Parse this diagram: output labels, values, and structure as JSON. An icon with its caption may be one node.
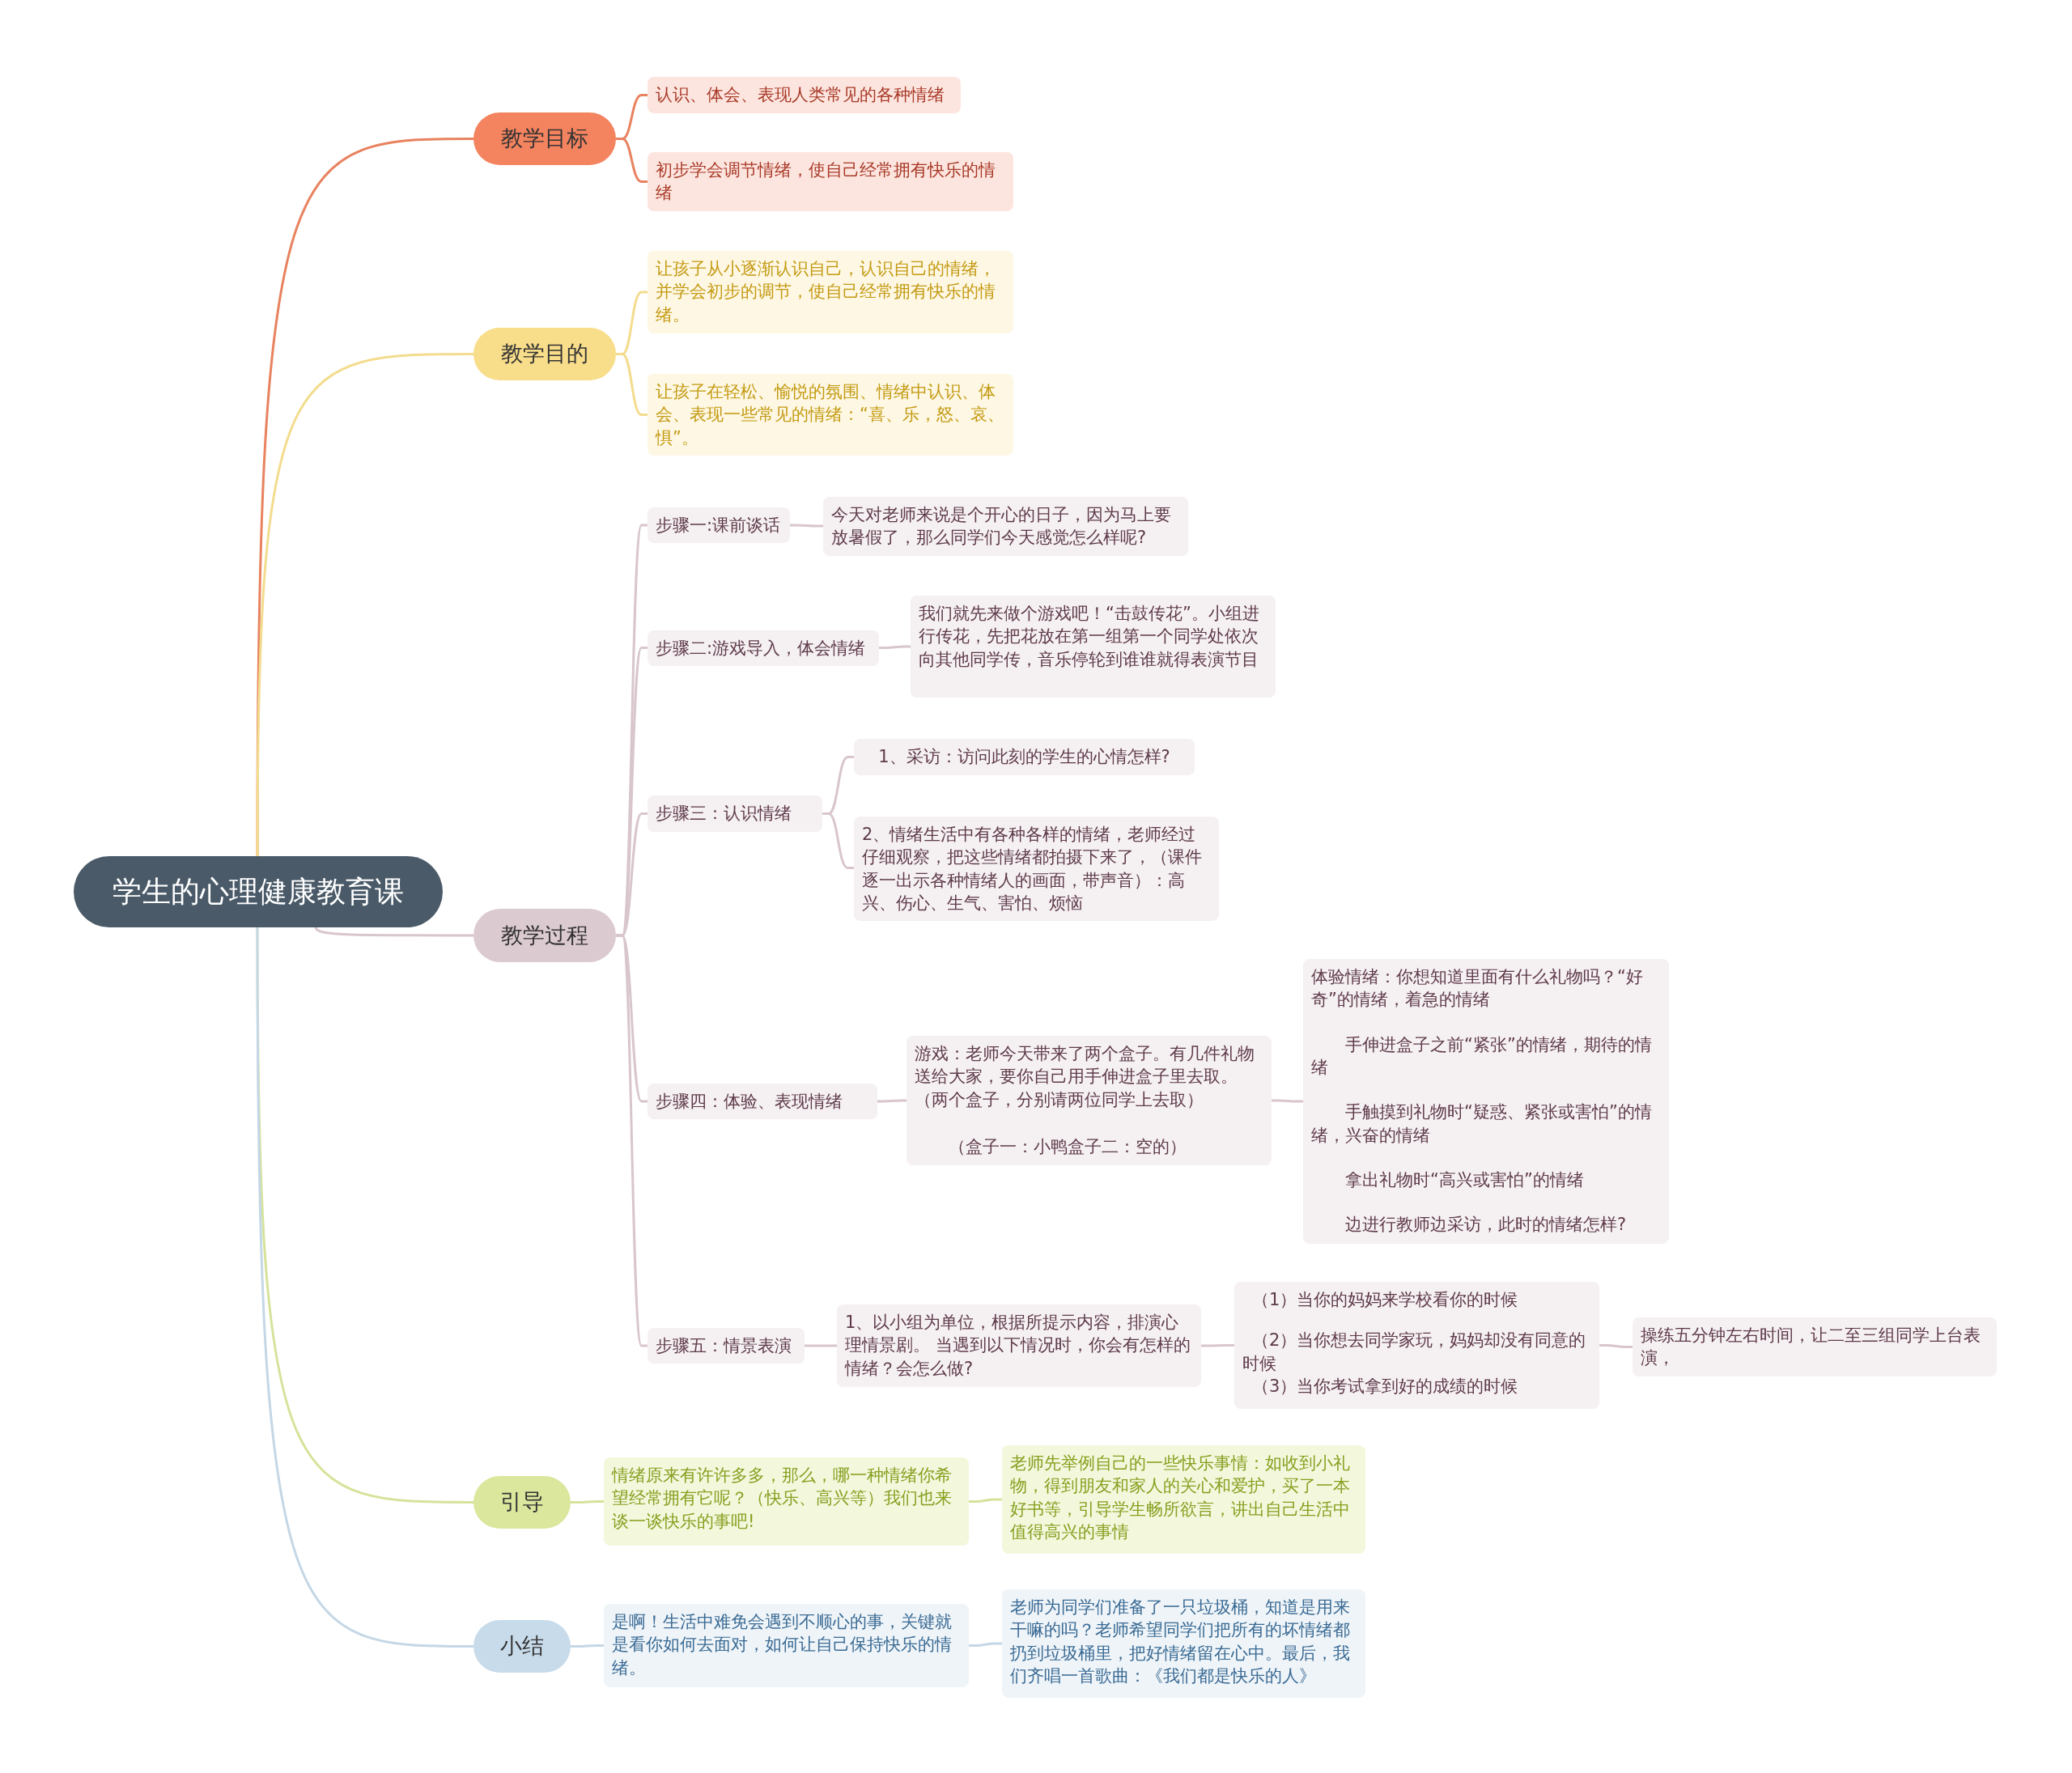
{
  "diagram": {
    "nodes": [
      {
        "text": [
          "学生的心理健康教育课"
        ]
      },
      {
        "text": [
          "教学目标"
        ]
      },
      {
        "text": [
          "认识、体会、表现人类常见的各种情绪"
        ]
      },
      {
        "text": [
          "初步学会调节情绪，使自己经常拥有快乐的情绪"
        ]
      },
      {
        "text": [
          "教学目的"
        ]
      },
      {
        "text": [
          "让孩子从小逐渐认识自己，认识自己的情绪，并学会初步的调节，使自己经常拥有快乐的情绪。"
        ]
      },
      {
        "text": [
          "让孩子在轻松、愉悦的氛围、情绪中认识、体会、表现一些常见的情绪：“喜、乐，怒、哀、惧”。"
        ]
      },
      {
        "text": [
          "教学过程"
        ]
      },
      {
        "text": [
          "步骤一:课前谈话"
        ]
      },
      {
        "text": [
          "今天对老师来说是个开心的日子，因为马上要放暑假了，那么同学们今天感觉怎么样呢?"
        ]
      },
      {
        "text": [
          "步骤二:游戏导入，体会情绪"
        ]
      },
      {
        "text": [
          "我们就先来做个游戏吧！“击鼓传花”。小组进行传花，先把花放在第一组第一个同学处依次向其他同学传，音乐停轮到谁谁就得表演节目"
        ]
      },
      {
        "text": [
          "步骤三：认识情绪"
        ]
      },
      {
        "text": [
          "1、采访：访问此刻的学生的心情怎样?"
        ]
      },
      {
        "text": [
          "2、情绪生活中有各种各样的情绪，老师经过仔细观察，把这些情绪都拍摄下来了，（课件逐一出示各种情绪人的画面，带声音）：高兴、伤心、生气、害怕、烦恼"
        ]
      },
      {
        "text": [
          "步骤四：体验、表现情绪"
        ]
      },
      {
        "text": [
          "游戏：老师今天带来了两个盒子。有几件礼物送给大家，要你自己用手伸进盒子里去取。（两个盒子，分别请两位同学上去取）",
          "（盒子一：小鸭盒子二：空的）"
        ]
      },
      {
        "text": [
          "体验情绪：你想知道里面有什么礼物吗？“好奇”的情绪，着急的情绪",
          "手伸进盒子之前“紧张”的情绪，期待的情绪",
          "手触摸到礼物时“疑惑、紧张或害怕”的情绪，兴奋的情绪",
          "拿出礼物时“高兴或害怕”的情绪",
          "边进行教师边采访，此时的情绪怎样?"
        ]
      },
      {
        "text": [
          "步骤五：情景表演"
        ]
      },
      {
        "text": [
          "1、以小组为单位，根据所提示内容，排演心理情景剧。 当遇到以下情况时，你会有怎样的情绪？会怎么做?"
        ]
      },
      {
        "text": [
          "（1）当你的妈妈来学校看你的时候",
          "（2）当你想去同学家玩，妈妈却没有同意的时候",
          "（3）当你考试拿到好的成绩的时候"
        ]
      },
      {
        "text": [
          "操练五分钟左右时间，让二至三组同学上台表演，"
        ]
      },
      {
        "text": [
          "引导"
        ]
      },
      {
        "text": [
          "情绪原来有许许多多，那么，哪一种情绪你希望经常拥有它呢？（快乐、高兴等）我们也来谈一谈快乐的事吧!"
        ]
      },
      {
        "text": [
          "老师先举例自己的一些快乐事情：如收到小礼物，得到朋友和家人的关心和爱护，买了一本好书等，引导学生畅所欲言，讲出自己生活中值得高兴的事情"
        ]
      },
      {
        "text": [
          "小结"
        ]
      },
      {
        "text": [
          "是啊！生活中难免会遇到不顺心的事，关键就是看你如何去面对，如何让自己保持快乐的情绪。"
        ]
      },
      {
        "text": [
          "老师为同学们准备了一只垃圾桶，知道是用来干嘛的吗？老师希望同学们把所有的坏情绪都扔到垃圾桶里，把好情绪留在心中。最后，我们齐唱一首歌曲：《我们都是快乐的人》"
        ]
      }
    ],
    "edges": [
      {
        "from": 0,
        "to": 1,
        "arrow": "none",
        "color": "#e8825f"
      },
      {
        "from": 1,
        "to": 2,
        "arrow": "none",
        "color": "#e8825f"
      },
      {
        "from": 1,
        "to": 3,
        "arrow": "none",
        "color": "#e8825f"
      },
      {
        "from": 0,
        "to": 4,
        "arrow": "none",
        "color": "#f3dc8e"
      },
      {
        "from": 4,
        "to": 5,
        "arrow": "none",
        "color": "#f3dc8e"
      },
      {
        "from": 4,
        "to": 6,
        "arrow": "none",
        "color": "#f3dc8e"
      },
      {
        "from": 0,
        "to": 7,
        "arrow": "none"
      },
      {
        "from": 7,
        "to": 8,
        "arrow": "none"
      },
      {
        "from": 8,
        "to": 9,
        "arrow": "none"
      },
      {
        "from": 7,
        "to": 10,
        "arrow": "none"
      },
      {
        "from": 10,
        "to": 11,
        "arrow": "none"
      },
      {
        "from": 7,
        "to": 12,
        "arrow": "none"
      },
      {
        "from": 12,
        "to": 13,
        "arrow": "none"
      },
      {
        "from": 12,
        "to": 14,
        "arrow": "none"
      },
      {
        "from": 7,
        "to": 15,
        "arrow": "none"
      },
      {
        "from": 15,
        "to": 16,
        "arrow": "none"
      },
      {
        "from": 16,
        "to": 17,
        "arrow": "none"
      },
      {
        "from": 7,
        "to": 18,
        "arrow": "none"
      },
      {
        "from": 18,
        "to": 19,
        "arrow": "none"
      },
      {
        "from": 19,
        "to": 20,
        "arrow": "none"
      },
      {
        "from": 20,
        "to": 21,
        "arrow": "none"
      },
      {
        "from": 0,
        "to": 22,
        "arrow": "none",
        "color": "#d5e39a"
      },
      {
        "from": 22,
        "to": 23,
        "arrow": "none",
        "color": "#d5e39a"
      },
      {
        "from": 23,
        "to": 24,
        "arrow": "none",
        "color": "#d5e39a"
      },
      {
        "from": 0,
        "to": 25,
        "arrow": "none",
        "color": "#c4d7e6"
      },
      {
        "from": 25,
        "to": 26,
        "arrow": "none",
        "color": "#c4d7e6"
      },
      {
        "from": 26,
        "to": 27,
        "arrow": "none",
        "color": "#c4d7e6"
      }
    ]
  }
}
